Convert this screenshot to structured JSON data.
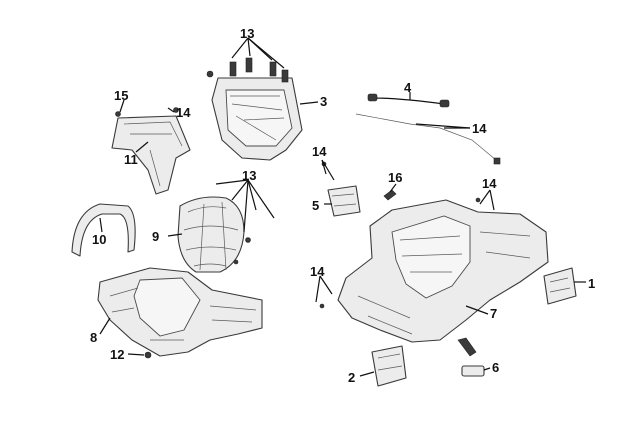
{
  "callouts": {
    "c1": "1",
    "c2": "2",
    "c3": "3",
    "c4": "4",
    "c5": "5",
    "c6": "6",
    "c7": "7",
    "c8": "8",
    "c9": "9",
    "c10": "10",
    "c11": "11",
    "c12": "12",
    "c13a": "13",
    "c13b": "13",
    "c14a": "14",
    "c14b": "14",
    "c14c": "14",
    "c14d": "14",
    "c14e": "14",
    "c15": "15",
    "c16": "16"
  }
}
